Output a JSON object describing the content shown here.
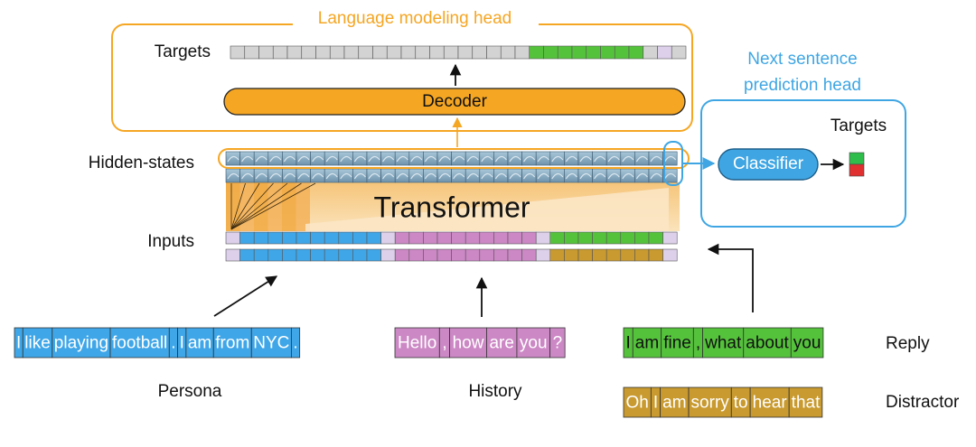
{
  "titles": {
    "lm_head": "Language modeling head",
    "ns_head_line1": "Next sentence",
    "ns_head_line2": "prediction head"
  },
  "labels": {
    "targets_lm": "Targets",
    "targets_ns": "Targets",
    "hidden_states": "Hidden-states",
    "inputs": "Inputs",
    "decoder": "Decoder",
    "transformer": "Transformer",
    "classifier": "Classifier",
    "persona": "Persona",
    "history": "History",
    "reply": "Reply",
    "distractor": "Distractor"
  },
  "sequences": {
    "persona": [
      "I",
      "like",
      "playing",
      "football",
      ".",
      "I",
      "am",
      "from",
      "NYC",
      "."
    ],
    "history": [
      "Hello",
      ",",
      "how",
      "are",
      "you",
      "?"
    ],
    "reply": [
      "I",
      "am",
      "fine",
      ",",
      "what",
      "about",
      "you"
    ],
    "distractor": [
      "Oh",
      "I",
      "am",
      "sorry",
      "to",
      "hear",
      "that"
    ]
  },
  "colors": {
    "orange": "#f5a623",
    "orange_light": "#f9cf87",
    "blue_head": "#3fa6e3",
    "persona": "#3fa6e8",
    "history": "#cc88c5",
    "reply": "#55c23c",
    "distractor": "#c89a2f",
    "gray_cell": "#d3d3d3",
    "lavender": "#ddd0ea",
    "green_target": "#2ebd4b",
    "red_target": "#e03030"
  }
}
